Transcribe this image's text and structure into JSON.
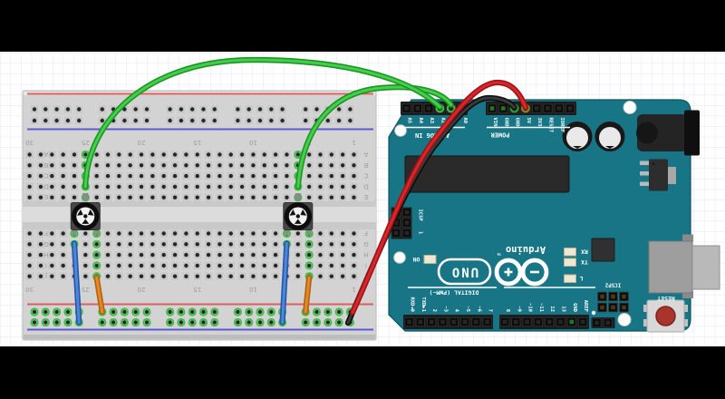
{
  "scene": {
    "description": "Fritzing-style wiring diagram: two trimmer potentiometers on a breadboard connected to an Arduino UNO (board rotated 180°)",
    "letterbox_color": "#000000",
    "paper_color": "#ffffff",
    "grid_color": "#e3e6f1"
  },
  "breadboard": {
    "body_color": "#d3d3d3",
    "rail_plus_color": "#dd5f5f",
    "rail_minus_color": "#5b5bd6",
    "hole_color": "#262626",
    "highlight_color": "#3fbf47",
    "column_labels": [
      "30",
      "25",
      "20",
      "15",
      "10",
      "5",
      "1"
    ],
    "column_values": [
      30,
      25,
      20,
      15,
      10,
      5,
      1
    ],
    "row_labels": [
      "A",
      "B",
      "C",
      "D",
      "E",
      "F",
      "G",
      "H",
      "I",
      "J"
    ],
    "highlighted_strips": [
      {
        "col": 25,
        "rows": [
          "A",
          "B",
          "C",
          "D",
          "E"
        ]
      },
      {
        "col": 24,
        "rows": [
          "F",
          "G",
          "H",
          "I",
          "J"
        ]
      },
      {
        "col": 26,
        "rows": [
          "F",
          "G"
        ]
      },
      {
        "col": 6,
        "rows": [
          "A",
          "B",
          "C",
          "D",
          "E"
        ]
      },
      {
        "col": 5,
        "rows": [
          "F",
          "G",
          "H",
          "I",
          "J"
        ]
      },
      {
        "col": 7,
        "rows": [
          "F",
          "G"
        ]
      }
    ],
    "bottom_rails_connected": true
  },
  "potentiometers": [
    {
      "name": "trimmer-pot-left",
      "wiper_strip": "column 25",
      "wiper_wire_to": "A2"
    },
    {
      "name": "trimmer-pot-right",
      "wiper_strip": "column 6",
      "wiper_wire_to": "A1"
    }
  ],
  "arduino": {
    "board_color": "#177585",
    "labels": {
      "analog_group": "ANALOG IN",
      "power_group": "POWER",
      "digital_group": "DIGITAL (PWM~)",
      "brand": "Arduino",
      "brand_tm": "TM",
      "model": "UNO",
      "logo_plus": "+",
      "logo_minus": "−",
      "on_led": "ON",
      "rx_led": "RX",
      "tx_led": "TX",
      "l_led": "L",
      "icsp": "ICSP",
      "icsp_pin1": "1",
      "icsp2": "ICSP2",
      "reset_button": "RESET"
    },
    "analog_pins": [
      "A5",
      "A4",
      "A3",
      "A2",
      "A1",
      "A0"
    ],
    "power_pins": [
      "VIN",
      "GND",
      "GND",
      "5V",
      "3V3",
      "RESET",
      "IOREF",
      ""
    ],
    "digital_pins_left": [
      "RXD◄0",
      "TXD▶1",
      "2",
      "~3",
      "4",
      "~5",
      "~6",
      "7"
    ],
    "digital_pins_right": [
      "8",
      "~9",
      "~10",
      "~11",
      "12",
      "13",
      "GND",
      "AREF"
    ]
  },
  "wires": [
    {
      "name": "green-wire-left-pot",
      "signal": "pot-left wiper → Arduino A2",
      "outer": "#1e9422",
      "inner": "#42cf4c"
    },
    {
      "name": "green-wire-right-pot",
      "signal": "pot-right wiper → Arduino A1",
      "outer": "#1e9422",
      "inner": "#42cf4c"
    },
    {
      "name": "black-ground-wire",
      "signal": "breadboard − rail → Arduino GND",
      "outer": "#0d0d0d",
      "inner": "#3a3a3a"
    },
    {
      "name": "red-power-wire",
      "signal": "breadboard + rail → Arduino 5V",
      "outer": "#9e1313",
      "inner": "#d8262c"
    },
    {
      "name": "blue-wire-left",
      "signal": "pot-left outer pin strip → − rail",
      "outer": "#2456a8",
      "inner": "#4e86d9"
    },
    {
      "name": "orange-wire-left",
      "signal": "pot-left outer pin strip → + rail",
      "outer": "#b55f10",
      "inner": "#e08a28"
    },
    {
      "name": "blue-wire-right",
      "signal": "pot-right outer pin strip → − rail",
      "outer": "#2456a8",
      "inner": "#4e86d9"
    },
    {
      "name": "orange-wire-right",
      "signal": "pot-right outer pin strip → + rail",
      "outer": "#b55f10",
      "inner": "#e08a28"
    }
  ]
}
